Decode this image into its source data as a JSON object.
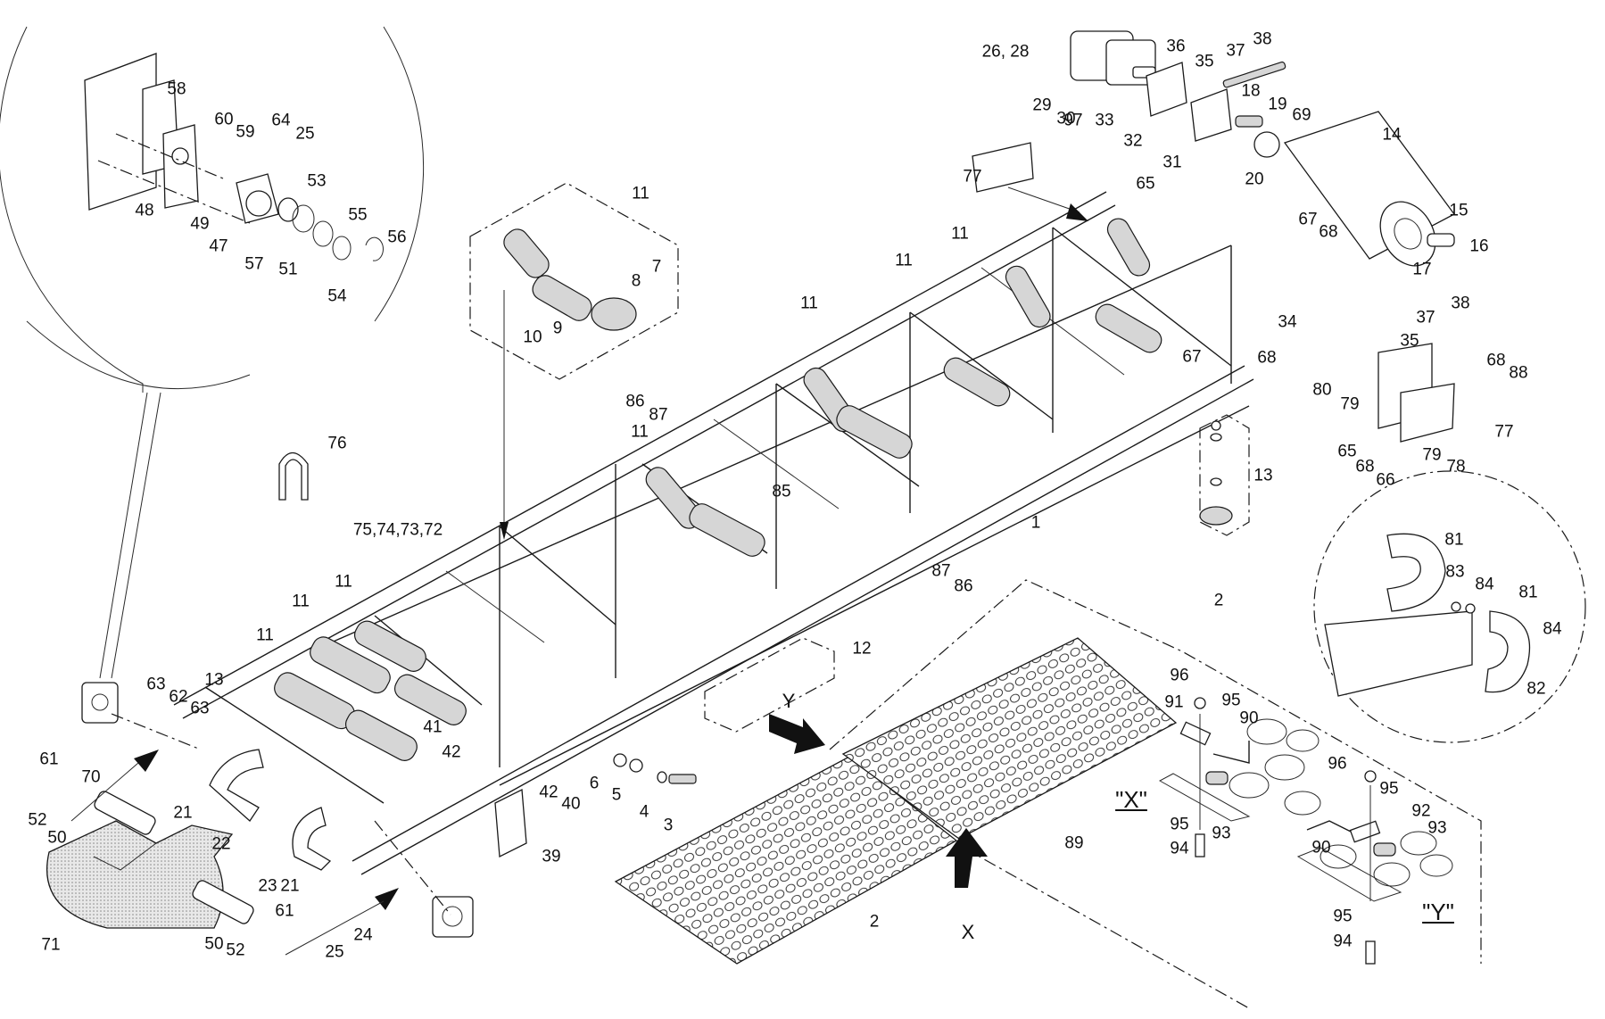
{
  "diagram": {
    "type": "exploded parts diagram",
    "subject": "conveyor frame assembly with rollers, drive motor, mesh guards and belt",
    "callouts": [
      {
        "id": "c-58",
        "label": "58"
      },
      {
        "id": "c-60",
        "label": "60"
      },
      {
        "id": "c-59",
        "label": "59"
      },
      {
        "id": "c-64",
        "label": "64"
      },
      {
        "id": "c-25a",
        "label": "25"
      },
      {
        "id": "c-53",
        "label": "53"
      },
      {
        "id": "c-55",
        "label": "55"
      },
      {
        "id": "c-56",
        "label": "56"
      },
      {
        "id": "c-48",
        "label": "48"
      },
      {
        "id": "c-49",
        "label": "49"
      },
      {
        "id": "c-47",
        "label": "47"
      },
      {
        "id": "c-57",
        "label": "57"
      },
      {
        "id": "c-51",
        "label": "51"
      },
      {
        "id": "c-54",
        "label": "54"
      },
      {
        "id": "c-26-28",
        "label": "26, 28"
      },
      {
        "id": "c-36",
        "label": "36"
      },
      {
        "id": "c-35a",
        "label": "35"
      },
      {
        "id": "c-37a",
        "label": "37"
      },
      {
        "id": "c-38a",
        "label": "38"
      },
      {
        "id": "c-29",
        "label": "29"
      },
      {
        "id": "c-30",
        "label": "30"
      },
      {
        "id": "c-97",
        "label": "97"
      },
      {
        "id": "c-33",
        "label": "33"
      },
      {
        "id": "c-32",
        "label": "32"
      },
      {
        "id": "c-31",
        "label": "31"
      },
      {
        "id": "c-18",
        "label": "18"
      },
      {
        "id": "c-19",
        "label": "19"
      },
      {
        "id": "c-69",
        "label": "69"
      },
      {
        "id": "c-20",
        "label": "20"
      },
      {
        "id": "c-14",
        "label": "14"
      },
      {
        "id": "c-77a",
        "label": "77"
      },
      {
        "id": "c-65a",
        "label": "65"
      },
      {
        "id": "c-15",
        "label": "15"
      },
      {
        "id": "c-16",
        "label": "16"
      },
      {
        "id": "c-17",
        "label": "17"
      },
      {
        "id": "c-38b",
        "label": "38"
      },
      {
        "id": "c-37b",
        "label": "37"
      },
      {
        "id": "c-67a",
        "label": "67"
      },
      {
        "id": "c-68a",
        "label": "68"
      },
      {
        "id": "c-34",
        "label": "34"
      },
      {
        "id": "c-35b",
        "label": "35"
      },
      {
        "id": "c-67b",
        "label": "67"
      },
      {
        "id": "c-68b",
        "label": "68"
      },
      {
        "id": "c-80",
        "label": "80"
      },
      {
        "id": "c-79a",
        "label": "79"
      },
      {
        "id": "c-68c",
        "label": "68"
      },
      {
        "id": "c-88",
        "label": "88"
      },
      {
        "id": "c-77b",
        "label": "77"
      },
      {
        "id": "c-65b",
        "label": "65"
      },
      {
        "id": "c-68d",
        "label": "68"
      },
      {
        "id": "c-66",
        "label": "66"
      },
      {
        "id": "c-79b",
        "label": "79"
      },
      {
        "id": "c-78",
        "label": "78"
      },
      {
        "id": "c-13a",
        "label": "13"
      },
      {
        "id": "c-11a",
        "label": "11"
      },
      {
        "id": "c-8",
        "label": "8"
      },
      {
        "id": "c-7",
        "label": "7"
      },
      {
        "id": "c-9",
        "label": "9"
      },
      {
        "id": "c-10",
        "label": "10"
      },
      {
        "id": "c-11b",
        "label": "11"
      },
      {
        "id": "c-11c",
        "label": "11"
      },
      {
        "id": "c-11d",
        "label": "11"
      },
      {
        "id": "c-11e",
        "label": "11"
      },
      {
        "id": "c-86a",
        "label": "86"
      },
      {
        "id": "c-87a",
        "label": "87"
      },
      {
        "id": "c-85",
        "label": "85"
      },
      {
        "id": "c-1",
        "label": "1"
      },
      {
        "id": "c-87b",
        "label": "87"
      },
      {
        "id": "c-86b",
        "label": "86"
      },
      {
        "id": "c-76",
        "label": "76"
      },
      {
        "id": "c-75-72",
        "label": "75,74,73,72"
      },
      {
        "id": "c-11f",
        "label": "11"
      },
      {
        "id": "c-11g",
        "label": "11"
      },
      {
        "id": "c-11h",
        "label": "11"
      },
      {
        "id": "c-13b",
        "label": "13"
      },
      {
        "id": "c-12",
        "label": "12"
      },
      {
        "id": "c-63a",
        "label": "63"
      },
      {
        "id": "c-62",
        "label": "62"
      },
      {
        "id": "c-63b",
        "label": "63"
      },
      {
        "id": "c-61a",
        "label": "61"
      },
      {
        "id": "c-70",
        "label": "70"
      },
      {
        "id": "c-52a",
        "label": "52"
      },
      {
        "id": "c-50a",
        "label": "50"
      },
      {
        "id": "c-21a",
        "label": "21"
      },
      {
        "id": "c-41",
        "label": "41"
      },
      {
        "id": "c-42a",
        "label": "42"
      },
      {
        "id": "c-22",
        "label": "22"
      },
      {
        "id": "c-23",
        "label": "23"
      },
      {
        "id": "c-21b",
        "label": "21"
      },
      {
        "id": "c-71",
        "label": "71"
      },
      {
        "id": "c-50b",
        "label": "50"
      },
      {
        "id": "c-52b",
        "label": "52"
      },
      {
        "id": "c-61b",
        "label": "61"
      },
      {
        "id": "c-24",
        "label": "24"
      },
      {
        "id": "c-25b",
        "label": "25"
      },
      {
        "id": "c-6",
        "label": "6"
      },
      {
        "id": "c-5",
        "label": "5"
      },
      {
        "id": "c-4",
        "label": "4"
      },
      {
        "id": "c-3",
        "label": "3"
      },
      {
        "id": "c-42b",
        "label": "42"
      },
      {
        "id": "c-40",
        "label": "40"
      },
      {
        "id": "c-39",
        "label": "39"
      },
      {
        "id": "c-2a",
        "label": "2"
      },
      {
        "id": "c-2b",
        "label": "2"
      },
      {
        "id": "c-89",
        "label": "89"
      },
      {
        "id": "c-81a",
        "label": "81"
      },
      {
        "id": "c-83",
        "label": "83"
      },
      {
        "id": "c-84a",
        "label": "84"
      },
      {
        "id": "c-81b",
        "label": "81"
      },
      {
        "id": "c-84b",
        "label": "84"
      },
      {
        "id": "c-82",
        "label": "82"
      },
      {
        "id": "c-96a",
        "label": "96"
      },
      {
        "id": "c-95a",
        "label": "95"
      },
      {
        "id": "c-91",
        "label": "91"
      },
      {
        "id": "c-90a",
        "label": "90"
      },
      {
        "id": "c-93a",
        "label": "93"
      },
      {
        "id": "c-95b",
        "label": "95"
      },
      {
        "id": "c-94a",
        "label": "94"
      },
      {
        "id": "c-96b",
        "label": "96"
      },
      {
        "id": "c-95c",
        "label": "95"
      },
      {
        "id": "c-92",
        "label": "92"
      },
      {
        "id": "c-93b",
        "label": "93"
      },
      {
        "id": "c-90b",
        "label": "90"
      },
      {
        "id": "c-95d",
        "label": "95"
      },
      {
        "id": "c-94b",
        "label": "94"
      }
    ],
    "view_labels": {
      "x": "\"X\"",
      "y": "\"Y\""
    },
    "arrow_labels": {
      "x": "X",
      "y": "Y"
    }
  }
}
